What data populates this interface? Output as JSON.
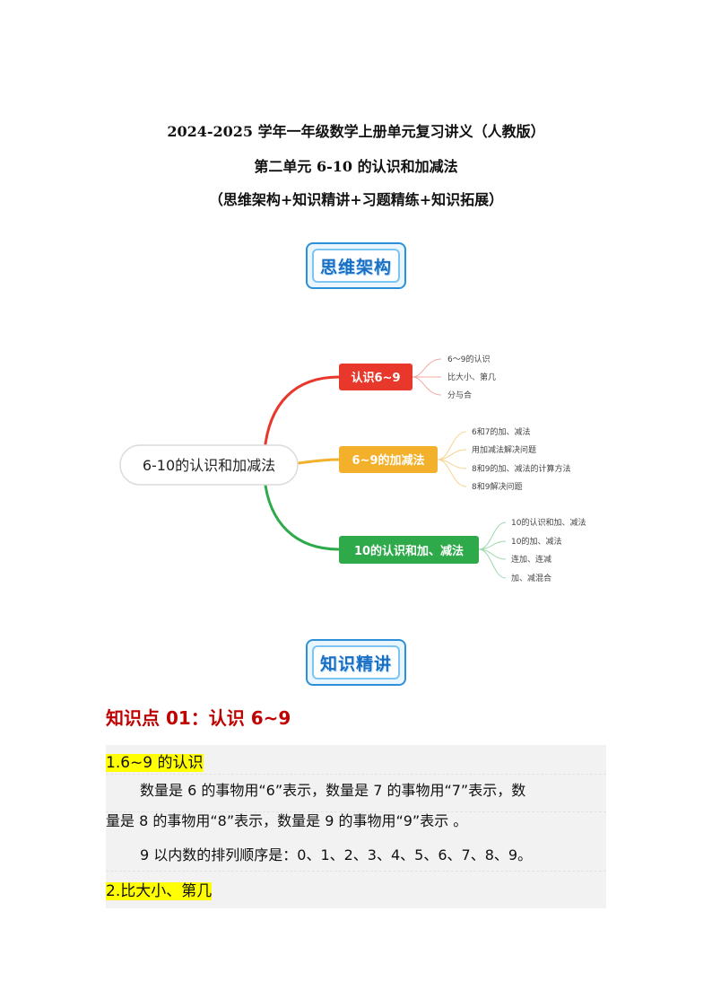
{
  "header": {
    "title1": "2024-2025 学年一年级数学上册单元复习讲义（人教版）",
    "title2": "第二单元 6-10 的认识和加减法",
    "title3": "（思维架构+知识精讲+习题精练+知识拓展）"
  },
  "badges": {
    "mindmap": "思维架构",
    "knowledge": "知识精讲"
  },
  "mindmap": {
    "center": "6-10的认识和加减法",
    "branches": [
      {
        "label": "认识6~9",
        "color": "#e8382c",
        "items": [
          "6～9的认识",
          "比大小、第几",
          "分与合"
        ]
      },
      {
        "label": "6~9的加减法",
        "color": "#f2b02b",
        "items": [
          "6和7的加、减法",
          "用加减法解决问题",
          "8和9的加、减法的计算方法",
          "8和9解决问题"
        ]
      },
      {
        "label": "10的认识和加、减法",
        "color": "#2eaa4b",
        "items": [
          "10的认识和加、减法",
          "10的加、减法",
          "连加、连减",
          "加、减混合"
        ]
      }
    ]
  },
  "knowledge": {
    "heading": "知识点 01：认识 6~9",
    "sub1_num": "1.",
    "sub1_title": "6~9 的认识",
    "para1_line1": "数量是 6 的事物用“6”表示，数量是 7 的事物用“7”表示，数",
    "para1_line2": "量是 8 的事物用“8”表示，数量是 9 的事物用“9”表示 。",
    "para2": "9 以内数的排列顺序是：0、1、2、3、4、5、6、7、8、9。",
    "sub2_num": "2.",
    "sub2_title": "比大小、第几"
  }
}
